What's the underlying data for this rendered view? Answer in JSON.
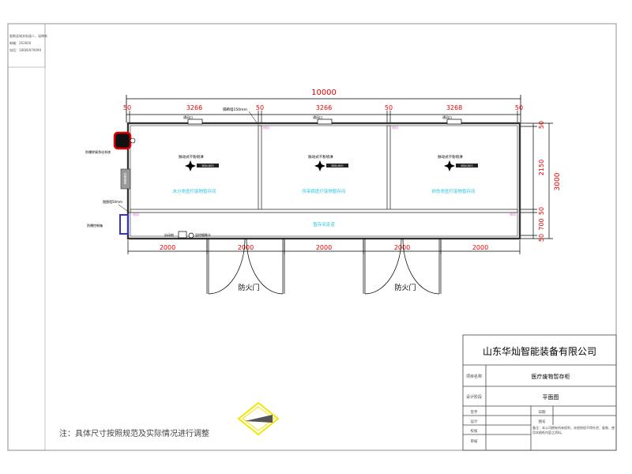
{
  "stamp": {
    "line1": "临朐县城关街道人，淄博新",
    "line2": "邮编：262600",
    "line3": "电话：18666979099"
  },
  "dims": {
    "total": "10000",
    "top": [
      "50",
      "3266",
      "50",
      "3266",
      "50",
      "3268",
      "50"
    ],
    "right": [
      "50",
      "2150",
      "50",
      "700",
      "50"
    ],
    "right_total": "3000",
    "bottom": [
      "2000",
      "2000",
      "2000",
      "2000",
      "2000"
    ]
  },
  "labels": {
    "partition": "隔断墙150mm",
    "wall": "围围墙50mm",
    "sprayer": "脉动式干粉喷淋",
    "sprayer_tag": "BSN-600",
    "rooms": [
      "未分类医疗废物暂存间",
      "传染病医疗废物暂存间",
      "损伤类医疗废物暂存间"
    ],
    "corridor": "暂存间走道",
    "vents": [
      "通风口",
      "通风口",
      "通风口"
    ],
    "left_device": "防爆除臭净化系统",
    "left_panel": "控制面板",
    "left_box": "防爆控制箱",
    "fire_doors": [
      "防火门",
      "防火门"
    ],
    "bottom_device_1": "自动地",
    "bottom_device_2": "监控摄像头",
    "corner_marks": [
      "排风",
      "排风",
      "排风",
      "排风"
    ]
  },
  "title_block": {
    "company": "山东华灿智能装备有限公司",
    "project_label": "项目名称",
    "project_name": "医疗废物暂存柜",
    "drawing_label": "设计阶段",
    "drawing_name": "平面图",
    "rows": [
      "签字",
      "设计",
      "校核",
      "审核"
    ],
    "right_labels": [
      "日期",
      "图号"
    ],
    "note": "备注：本公司拥有所有权利，未经授权不得外泄、复制、使用本图纸内容之资料。"
  },
  "footnote": "注：具体尺寸按照规范及实际情况进行调整",
  "colors": {
    "dim_red": "#e60000",
    "room_cyan": "#29c6e0",
    "device_red": "#e60000",
    "box_blue": "#3333cc",
    "compass_yellow": "#f2e600",
    "magenta": "#d966cc"
  }
}
